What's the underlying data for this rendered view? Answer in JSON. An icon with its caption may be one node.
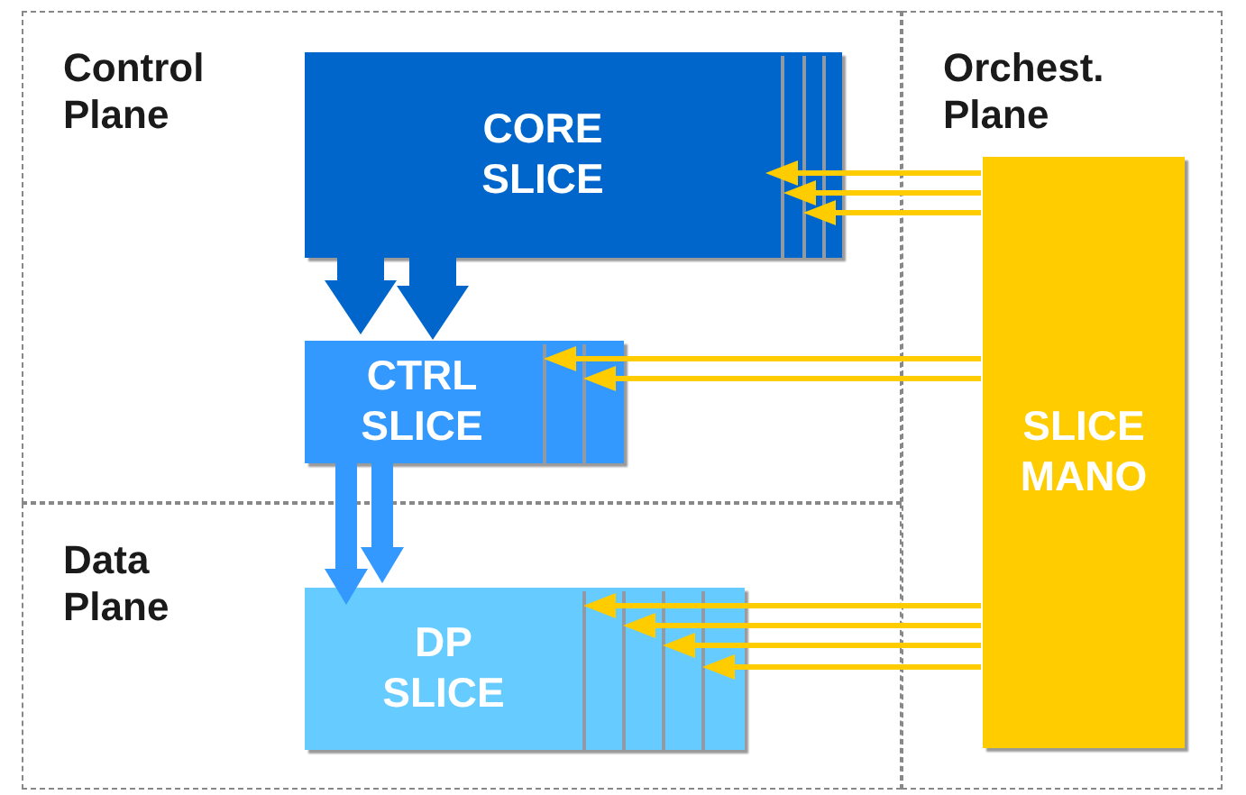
{
  "diagram": {
    "nodes": [
      {
        "text": [
          "Control Plane"
        ]
      },
      {
        "text": [
          "CORE SLICE"
        ],
        "in": 0
      },
      {
        "text": [
          "CTRL SLICE"
        ],
        "in": 0
      },
      {
        "text": [
          "Orchest. Plane"
        ]
      },
      {
        "text": [
          "SLICE MANO"
        ],
        "in": 3
      },
      {
        "text": [
          "Data Plane"
        ]
      },
      {
        "text": [
          "DP SLICE"
        ],
        "in": 5
      }
    ],
    "edges": [
      {
        "from": 1,
        "to": 2,
        "arrow": "to",
        "style": "thick",
        "color": "#0066cc"
      },
      {
        "from": 1,
        "to": 2,
        "arrow": "to",
        "style": "thick",
        "color": "#0066cc"
      },
      {
        "from": 2,
        "to": 6,
        "arrow": "to",
        "style": "thick",
        "color": "#3399ff"
      },
      {
        "from": 2,
        "to": 6,
        "arrow": "to",
        "style": "thick",
        "color": "#3399ff"
      },
      {
        "from": 4,
        "to": 1,
        "arrow": "to"
      },
      {
        "from": 4,
        "to": 1,
        "arrow": "to"
      },
      {
        "from": 4,
        "to": 1,
        "arrow": "to"
      },
      {
        "from": 4,
        "to": 2,
        "arrow": "to"
      },
      {
        "from": 4,
        "to": 2,
        "arrow": "to"
      },
      {
        "from": 4,
        "to": 6,
        "arrow": "to"
      },
      {
        "from": 4,
        "to": 6,
        "arrow": "to"
      },
      {
        "from": 4,
        "to": 6,
        "arrow": "to"
      },
      {
        "from": 4,
        "to": 6,
        "arrow": "to"
      }
    ]
  }
}
